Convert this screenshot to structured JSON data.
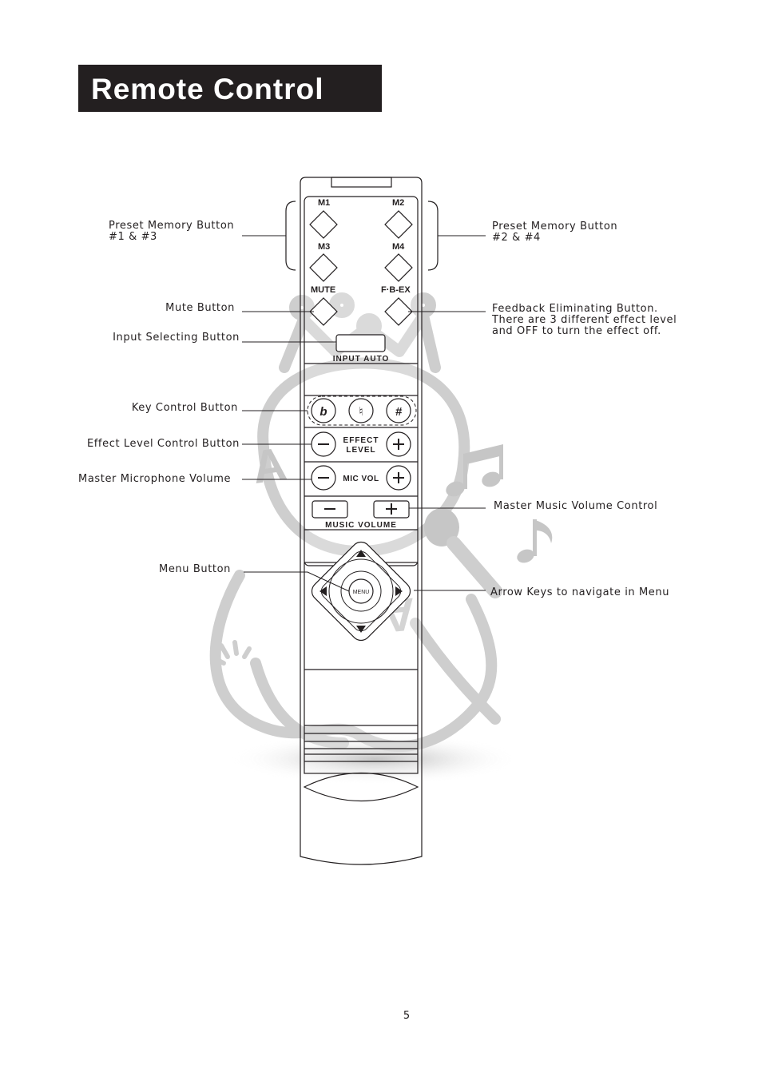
{
  "page_title": "Remote Control",
  "page_number": "5",
  "remote_labels": {
    "m1": "M1",
    "m2": "M2",
    "m3": "M3",
    "m4": "M4",
    "mute": "MUTE",
    "fbex": "F·B-EX",
    "input_auto": "INPUT  AUTO",
    "flat": "b",
    "natural": "♮",
    "sharp": "#",
    "effect": "EFFECT",
    "level": "LEVEL",
    "mic_vol": "MIC VOL",
    "music_volume": "MUSIC  VOLUME",
    "menu": "MENU"
  },
  "callouts": {
    "preset_13": [
      "Preset Memory Button",
      "#1 & #3"
    ],
    "preset_24": [
      "Preset Memory Button",
      "#2 & #4"
    ],
    "mute": "Mute Button",
    "feedback": [
      "Feedback Eliminating Button.",
      "There are 3 different effect level",
      "and OFF to turn the effect off."
    ],
    "input": "Input Selecting Button",
    "key": "Key Control Button",
    "effect": "Effect Level Control Button",
    "mic": "Master Microphone Volume",
    "music": "Master Music Volume Control",
    "menu": "Menu Button",
    "arrows": "Arrow Keys to navigate in Menu"
  },
  "colors": {
    "ink": "#231f20",
    "watermark": "#c9c9c9",
    "watermark_dark": "#b5b5b5"
  }
}
